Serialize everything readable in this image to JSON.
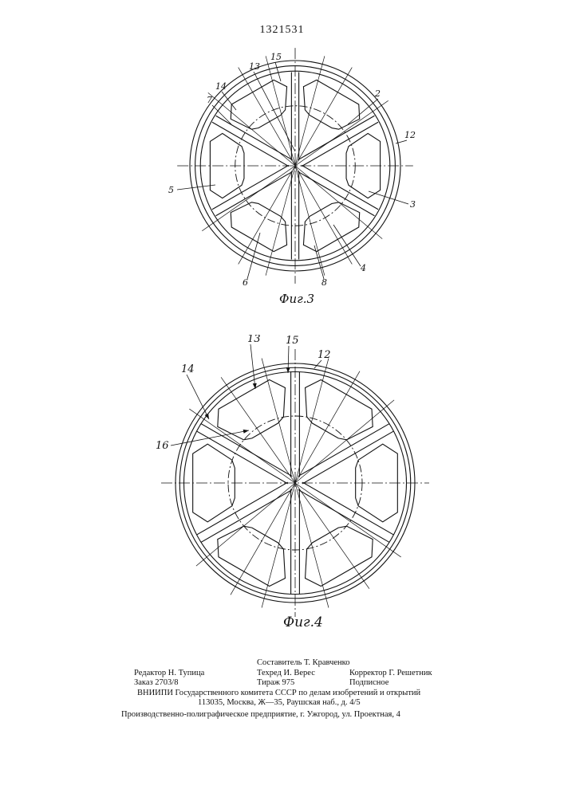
{
  "page_number": "1321531",
  "figures": [
    {
      "id": "fig3",
      "caption": "Фиг.3",
      "callouts": [
        "13",
        "15",
        "14",
        "7",
        "2",
        "12",
        "5",
        "3",
        "4",
        "6",
        "8"
      ]
    },
    {
      "id": "fig4",
      "caption": "Фиг.4",
      "callouts": [
        "13",
        "15",
        "12",
        "14",
        "16"
      ]
    }
  ],
  "colophon": {
    "compiler": "Составитель Т. Кравченко",
    "editor": "Редактор Н. Тупица",
    "techred": "Техред И. Верес",
    "corrector": "Корректор Г. Решетник",
    "order": "Заказ 2703/8",
    "circulation": "Тираж 975",
    "subscription": "Подписное",
    "institute": "ВНИИПИ Государственного комитета СССР по делам изобретений и открытий",
    "address": "113035, Москва, Ж—35, Раушская наб., д. 4/5",
    "printer": "Производственно-полиграфическое предприятие, г. Ужгород, ул. Проектная, 4"
  }
}
